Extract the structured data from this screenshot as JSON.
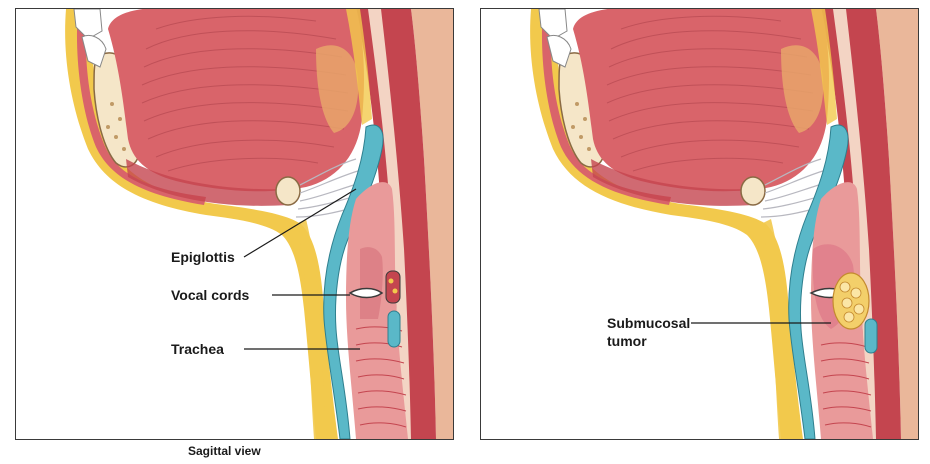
{
  "left_panel": {
    "labels": {
      "epiglottis": "Epiglottis",
      "vocal_cords": "Vocal cords",
      "trachea": "Trachea"
    }
  },
  "right_panel": {
    "labels": {
      "tumor_line1": "Submucosal",
      "tumor_line2": "tumor"
    }
  },
  "caption": "Sagittal view",
  "colors": {
    "tongue_muscle": "#d9646a",
    "tongue_striation": "#b84a52",
    "mucosa_pink": "#e99a9a",
    "airway_red": "#c4454f",
    "fat_yellow": "#f2c94c",
    "cartilage_cream": "#f5e6c8",
    "cyan_tissue": "#5ab8c8",
    "tumor_yellow": "#f3cf6a",
    "skin_peach": "#eab79a",
    "outline": "#3a3a3a"
  }
}
